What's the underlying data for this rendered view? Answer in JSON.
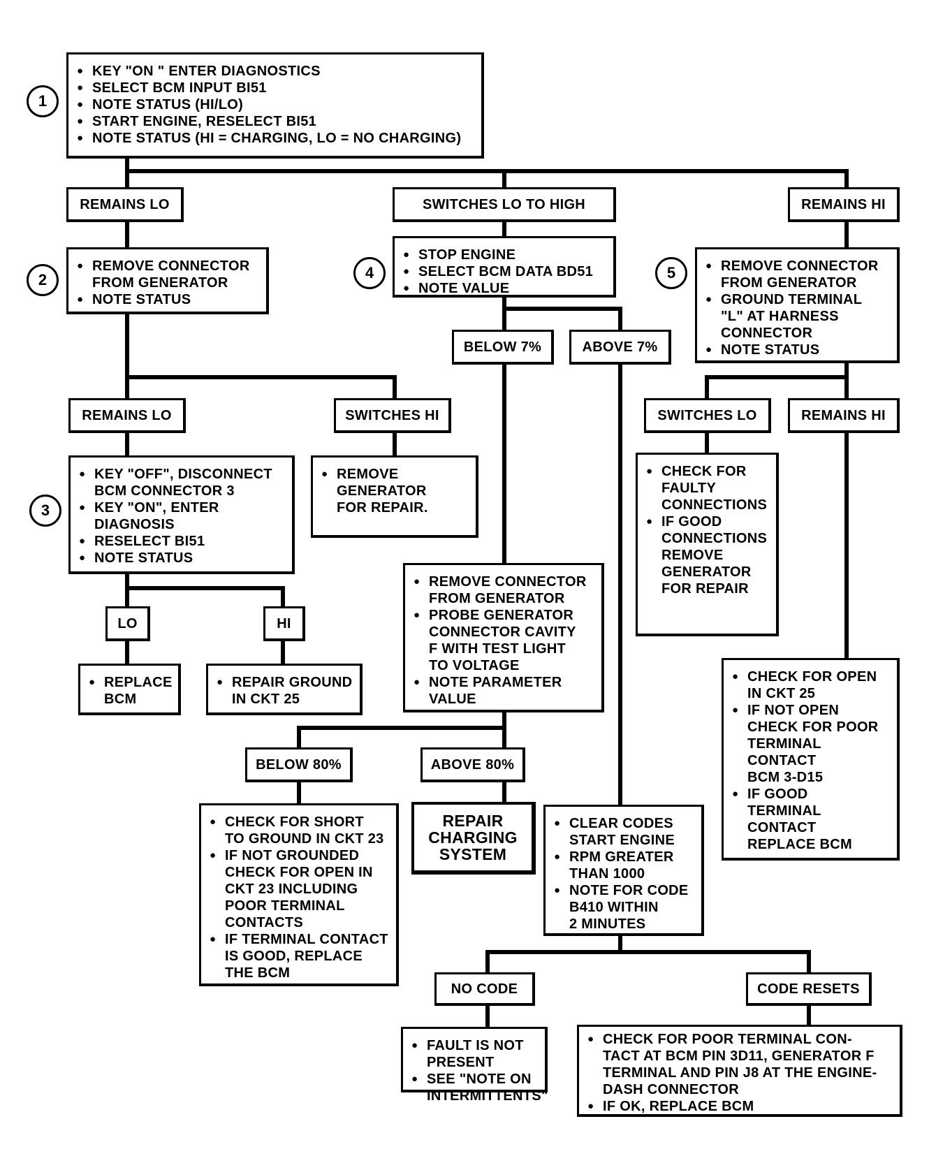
{
  "steps": {
    "s1": [
      "KEY \"ON \" ENTER DIAGNOSTICS",
      "SELECT BCM INPUT BI51",
      "NOTE STATUS (HI/LO)",
      "START ENGINE, RESELECT BI51",
      "NOTE STATUS (HI = CHARGING, LO = NO CHARGING)"
    ],
    "s2": [
      "REMOVE CONNECTOR\nFROM GENERATOR",
      "NOTE STATUS"
    ],
    "s3": [
      "KEY \"OFF\", DISCONNECT\nBCM CONNECTOR 3",
      "KEY \"ON\", ENTER\nDIAGNOSIS",
      "RESELECT BI51",
      "NOTE STATUS"
    ],
    "s4": [
      "STOP ENGINE",
      "SELECT BCM DATA BD51",
      "NOTE VALUE"
    ],
    "s5": [
      "REMOVE CONNECTOR\nFROM GENERATOR",
      "GROUND TERMINAL\n\"L\" AT HARNESS\nCONNECTOR",
      "NOTE STATUS"
    ],
    "remove_gen": [
      "REMOVE\nGENERATOR\nFOR REPAIR."
    ],
    "replace_bcm": [
      "REPLACE\nBCM"
    ],
    "repair_ground": [
      "REPAIR GROUND\nIN CKT 25"
    ],
    "probe": [
      "REMOVE CONNECTOR\nFROM GENERATOR",
      "PROBE GENERATOR\nCONNECTOR CAVITY\nF WITH TEST LIGHT\nTO VOLTAGE",
      "NOTE PARAMETER\nVALUE"
    ],
    "short": [
      "CHECK FOR SHORT\nTO GROUND IN CKT 23",
      "IF NOT GROUNDED\nCHECK FOR OPEN IN\nCKT 23 INCLUDING\nPOOR TERMINAL\nCONTACTS",
      "IF TERMINAL CONTACT\nIS GOOD, REPLACE\nTHE BCM"
    ],
    "clear": [
      "CLEAR CODES\nSTART ENGINE",
      "RPM GREATER\nTHAN 1000",
      "NOTE FOR CODE\nB410 WITHIN\n2 MINUTES"
    ],
    "faulty": [
      "CHECK FOR\nFAULTY\nCONNECTIONS",
      "IF GOOD\nCONNECTIONS\nREMOVE\nGENERATOR\nFOR REPAIR"
    ],
    "open25": [
      "CHECK FOR OPEN\nIN CKT 25",
      "IF NOT OPEN\nCHECK FOR POOR\nTERMINAL\nCONTACT\nBCM 3-D15",
      "IF GOOD\nTERMINAL\nCONTACT\nREPLACE BCM"
    ],
    "fault_not": [
      "FAULT IS NOT\nPRESENT",
      "SEE \"NOTE ON\nINTERMITTENTS\""
    ],
    "poor_term": [
      "CHECK FOR POOR TERMINAL CON-\nTACT AT BCM PIN 3D11, GENERATOR F\nTERMINAL AND PIN J8 AT THE ENGINE-\nDASH CONNECTOR",
      "IF OK, REPLACE BCM"
    ]
  },
  "labels": {
    "remains_lo_1": "REMAINS LO",
    "switches_lo_high": "SWITCHES LO TO HIGH",
    "remains_hi_1": "REMAINS HI",
    "remains_lo_2": "REMAINS LO",
    "switches_hi": "SWITCHES HI",
    "below_7": "BELOW 7%",
    "above_7": "ABOVE 7%",
    "switches_lo": "SWITCHES  LO",
    "remains_hi_2": "REMAINS HI",
    "lo": "LO",
    "hi": "HI",
    "below_80": "BELOW 80%",
    "above_80": "ABOVE 80%",
    "no_code": "NO CODE",
    "code_resets": "CODE RESETS",
    "repair_charging": "REPAIR\nCHARGING\nSYSTEM"
  },
  "step_numbers": {
    "n1": "1",
    "n2": "2",
    "n3": "3",
    "n4": "4",
    "n5": "5"
  }
}
